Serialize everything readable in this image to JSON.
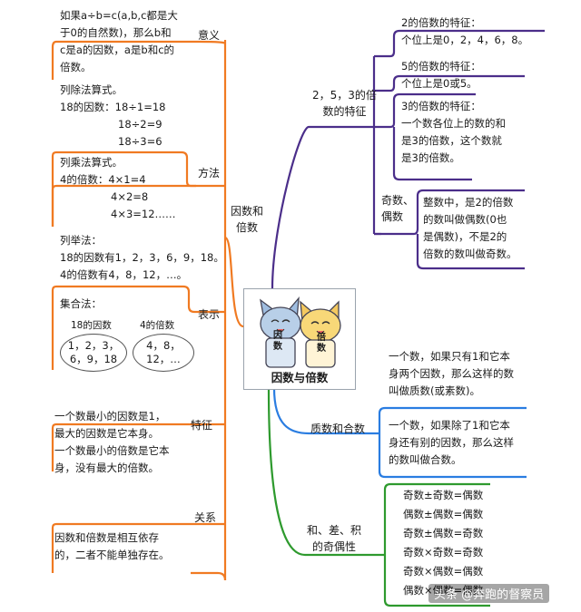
{
  "center": {
    "title": "因数与倍数"
  },
  "left": {
    "main": [
      "因数和",
      "倍数"
    ],
    "meaning": {
      "label": "意义",
      "text": [
        "如果a÷b=c(a,b,c都是大",
        "于0的自然数)，那么b和",
        "c是a的因数，a是b和c的",
        "倍数。"
      ]
    },
    "method": {
      "label": "方法",
      "a": [
        "列除法算式。",
        "18的因数：18÷1=18",
        "18÷2=9",
        "18÷3=6"
      ],
      "b": [
        "列乘法算式。",
        "4的倍数：4×1=4",
        "4×2=8",
        "4×3=12……"
      ]
    },
    "represent": {
      "label": "表示",
      "a": [
        "列举法：",
        "18的因数有1，2，3，6，9，18。",
        "4的倍数有4，8，12，…。"
      ],
      "b_title": "集合法：",
      "b_h1": "18的因数",
      "b_h2": "4的倍数",
      "oval1": [
        "1，2，3，",
        "6，9，18"
      ],
      "oval2": [
        "4，8，12，…"
      ]
    },
    "feature": {
      "label": "特征",
      "text": [
        "一个数最小的因数是1，",
        "最大的因数是它本身。",
        "一个数最小的倍数是它本",
        "身，没有最大的倍数。"
      ]
    },
    "relation": {
      "label": "关系",
      "text": [
        "因数和倍数是相互依存",
        "的，二者不能单独存在。"
      ]
    }
  },
  "right": {
    "multiples": {
      "label": [
        "2，5，3的倍",
        "数的特征"
      ],
      "two": [
        "2的倍数的特征：",
        "个位上是0，2，4，6，8。"
      ],
      "five": [
        "5的倍数的特征：",
        "个位上是0或5。"
      ],
      "three": [
        "3的倍数的特征：",
        "一个数各位上的数的和",
        "是3的倍数，这个数就",
        "是3的倍数。"
      ],
      "odd_even_label": [
        "奇数、",
        "偶数"
      ],
      "odd_even": [
        "整数中，是2的倍数",
        "的数叫做偶数(0也",
        "是偶数)，不是2的",
        "倍数的数叫做奇数。"
      ]
    },
    "prime": {
      "label": "质数和合数",
      "a": [
        "一个数，如果只有1和它本",
        "身两个因数，那么这样的数",
        "叫做质数(或素数)。"
      ],
      "b": [
        "一个数，如果除了1和它本",
        "身还有别的因数，那么这样",
        "的数叫做合数。"
      ]
    },
    "parity": {
      "label": [
        "和、差、积",
        "的奇偶性"
      ],
      "rules": [
        "奇数±奇数=偶数",
        "偶数±偶数=偶数",
        "奇数±偶数=奇数",
        "奇数×奇数=奇数",
        "奇数×偶数=偶数",
        "偶数×偶数=偶数"
      ]
    }
  },
  "watermark": "头条 @奔跑的督察员",
  "colors": {
    "orange": "#f07a22",
    "purple": "#4b2e8a",
    "blue": "#2a7de1",
    "green": "#2e9a2e"
  }
}
